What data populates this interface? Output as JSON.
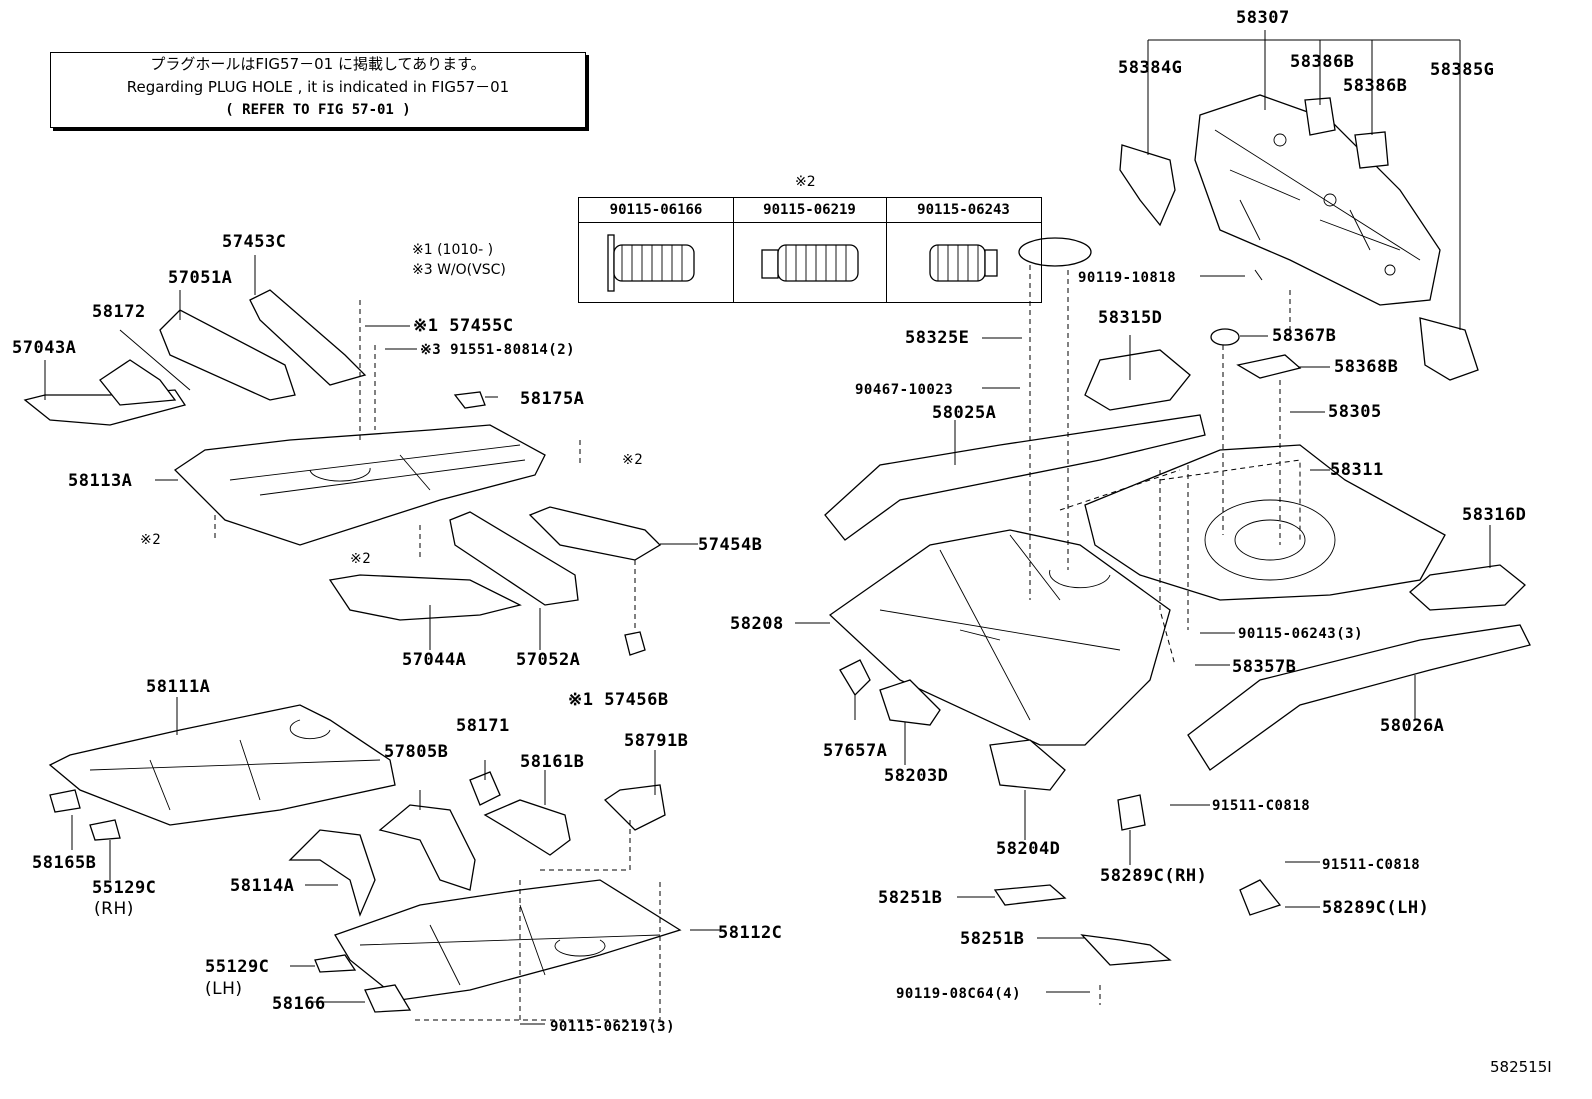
{
  "note": {
    "jp": "プラグホールはFIG57－01 に掲載してあります。",
    "en": "Regarding PLUG HOLE , it is indicated in FIG57－01",
    "ref": "( REFER TO FIG 57-01 )"
  },
  "bolt_table": {
    "marker": "※2",
    "columns": [
      "90115-06166",
      "90115-06219",
      "90115-06243"
    ]
  },
  "legend": {
    "line1": "※1 (1010-     )",
    "line2": "※3 W/O(VSC)"
  },
  "labels": {
    "p58307": "58307",
    "p58384G": "58384G",
    "p58386B_a": "58386B",
    "p58386B_b": "58386B",
    "p58385G": "58385G",
    "p90119_10818": "90119-10818",
    "p58325E": "58325E",
    "p58315D": "58315D",
    "p58367B": "58367B",
    "p90467_10023": "90467-10023",
    "p58368B": "58368B",
    "p58025A": "58025A",
    "p58305": "58305",
    "p58311": "58311",
    "p58316D": "58316D",
    "p58208": "58208",
    "p90115_06243_3": "90115-06243(3)",
    "p58357B": "58357B",
    "p58026A": "58026A",
    "p57657A": "57657A",
    "p58203D": "58203D",
    "p58204D": "58204D",
    "p91511_C0818_a": "91511-C0818",
    "p58289C_RH": "58289C(RH)",
    "p91511_C0818_b": "91511-C0818",
    "p58289C_LH": "58289C(LH)",
    "p58251B_a": "58251B",
    "p58251B_b": "58251B",
    "p90119_08C64_4": "90119-08C64(4)",
    "p57453C": "57453C",
    "p57051A": "57051A",
    "p58172": "58172",
    "p57043A": "57043A",
    "p57455C": "※1 57455C",
    "p91551_80814": "※3 91551-80814(2)",
    "p58175A": "58175A",
    "p58113A": "58113A",
    "p_x2_a": "※2",
    "p_x2_b": "※2",
    "p_x2_c": "※2",
    "p57454B": "57454B",
    "p57044A": "57044A",
    "p57052A": "57052A",
    "p57456B": "※1 57456B",
    "p58111A": "58111A",
    "p58171": "58171",
    "p57805B": "57805B",
    "p58161B": "58161B",
    "p58791B": "58791B",
    "p58165B": "58165B",
    "p55129C_RH": "55129C",
    "p55129C_RH_side": "(RH)",
    "p58114A": "58114A",
    "p58112C": "58112C",
    "p55129C_LH": "55129C",
    "p55129C_LH_side": "(LH)",
    "p58166": "58166",
    "p90115_06219_3": "90115-06219(3)"
  },
  "figure_id": "582515I"
}
